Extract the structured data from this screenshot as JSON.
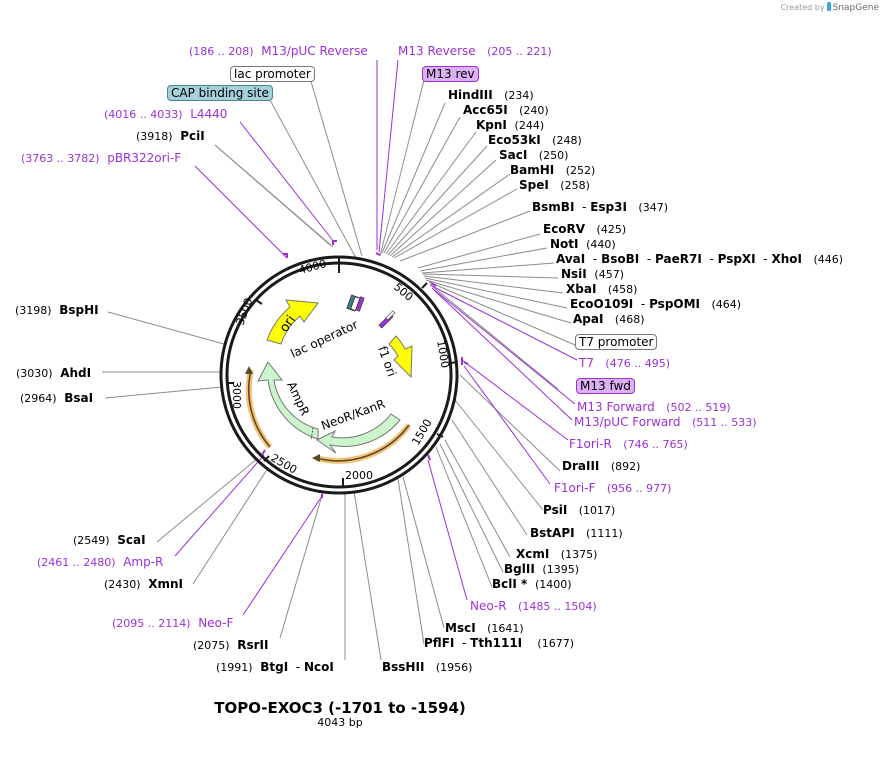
{
  "credit": {
    "prefix": "Created by",
    "brand": "SnapGene"
  },
  "plasmid": {
    "name": "TOPO-EXOC3 (-1701 to -1594)",
    "length_label": "4043 bp",
    "length_bp": 4043,
    "tick_labels": [
      "500",
      "1000",
      "1500",
      "2000",
      "2500",
      "3000",
      "3500",
      "4000"
    ]
  },
  "features": [
    {
      "name": "ori",
      "type": "rep_origin",
      "color": "#ffff00"
    },
    {
      "name": "lac operator",
      "type": "protein_bind",
      "color": "#ffffff"
    },
    {
      "name": "f1 ori",
      "type": "rep_origin",
      "color": "#ffff00"
    },
    {
      "name": "AmpR",
      "type": "CDS",
      "color": "#ccf5cc"
    },
    {
      "name": "NeoR/KanR",
      "type": "CDS",
      "color": "#ccf5cc"
    }
  ],
  "boxed_labels": {
    "lac_promoter": "lac promoter",
    "cap_site": "CAP binding site",
    "m13_rev": "M13 rev",
    "t7_promoter": "T7 promoter",
    "m13_fwd": "M13 fwd"
  },
  "primers": {
    "m13puc_rev": {
      "name": "M13/pUC Reverse",
      "range": "(186 .. 208)"
    },
    "m13_rev": {
      "name": "M13 Reverse",
      "range": "(205 .. 221)"
    },
    "l4440": {
      "name": "L4440",
      "range": "(4016 .. 4033)"
    },
    "pbr322": {
      "name": "pBR322ori-F",
      "range": "(3763 .. 3782)"
    },
    "t7": {
      "name": "T7",
      "range": "(476 .. 495)"
    },
    "m13_fwd": {
      "name": "M13 Forward",
      "range": "(502 .. 519)"
    },
    "m13puc_fwd": {
      "name": "M13/pUC Forward",
      "range": "(511 .. 533)"
    },
    "f1ori_r": {
      "name": "F1ori-R",
      "range": "(746 .. 765)"
    },
    "f1ori_f": {
      "name": "F1ori-F",
      "range": "(956 .. 977)"
    },
    "neo_r": {
      "name": "Neo-R",
      "range": "(1485 .. 1504)"
    },
    "amp_r": {
      "name": "Amp-R",
      "range": "(2461 .. 2480)"
    },
    "neo_f": {
      "name": "Neo-F",
      "range": "(2095 .. 2114)"
    }
  },
  "enzymes": {
    "hindiii": {
      "name": "HindIII",
      "pos": "(234)"
    },
    "acc65i": {
      "name": "Acc65I",
      "pos": "(240)"
    },
    "kpni": {
      "name": "KpnI",
      "pos": "(244)"
    },
    "eco53ki": {
      "name": "Eco53kI",
      "pos": "(248)"
    },
    "saci": {
      "name": "SacI",
      "pos": "(250)"
    },
    "bamhi": {
      "name": "BamHI",
      "pos": "(252)"
    },
    "spei": {
      "name": "SpeI",
      "pos": "(258)"
    },
    "bsmbi": {
      "name": "BsmBI",
      "name2": "Esp3I",
      "pos": "(347)"
    },
    "ecorv": {
      "name": "EcoRV",
      "pos": "(425)"
    },
    "noti": {
      "name": "NotI",
      "pos": "(440)"
    },
    "avai": {
      "names": [
        "AvaI",
        "BsoBI",
        "PaeR7I",
        "PspXI",
        "XhoI"
      ],
      "pos": "(446)"
    },
    "nsii": {
      "name": "NsiI",
      "pos": "(457)"
    },
    "xbai": {
      "name": "XbaI",
      "pos": "(458)"
    },
    "eco0109i": {
      "name": "EcoO109I",
      "name2": "PspOMI",
      "pos": "(464)"
    },
    "apai": {
      "name": "ApaI",
      "pos": "(468)"
    },
    "draiii": {
      "name": "DraIII",
      "pos": "(892)"
    },
    "psii": {
      "name": "PsiI",
      "pos": "(1017)"
    },
    "bstapi": {
      "name": "BstAPI",
      "pos": "(1111)"
    },
    "xcmi": {
      "name": "XcmI",
      "pos": "(1375)"
    },
    "bglii": {
      "name": "BglII",
      "pos": "(1395)"
    },
    "bcli": {
      "name": "BclI *",
      "pos": "(1400)"
    },
    "msci": {
      "name": "MscI",
      "pos": "(1641)"
    },
    "pflfi": {
      "name": "PflFI",
      "name2": "Tth111I",
      "pos": "(1677)"
    },
    "bsshii": {
      "name": "BssHII",
      "pos": "(1956)"
    },
    "btgi": {
      "name": "BtgI",
      "name2": "NcoI",
      "pos": "(1991)"
    },
    "rsrii": {
      "name": "RsrII",
      "pos": "(2075)"
    },
    "xmni": {
      "name": "XmnI",
      "pos": "(2430)"
    },
    "scai": {
      "name": "ScaI",
      "pos": "(2549)"
    },
    "bsai": {
      "name": "BsaI",
      "pos": "(2964)"
    },
    "ahdi": {
      "name": "AhdI",
      "pos": "(3030)"
    },
    "bsphi": {
      "name": "BspHI",
      "pos": "(3198)"
    },
    "pcii": {
      "name": "PciI",
      "pos": "(3918)"
    }
  },
  "colors": {
    "backbone": "#1a1a1a",
    "primer": "#9b30d9",
    "enzyme_line": "#8c8c8c",
    "feature_yellow": "#ffff00",
    "feature_green": "#ccf5cc",
    "primer_orange_glow": "#f5c27a"
  }
}
